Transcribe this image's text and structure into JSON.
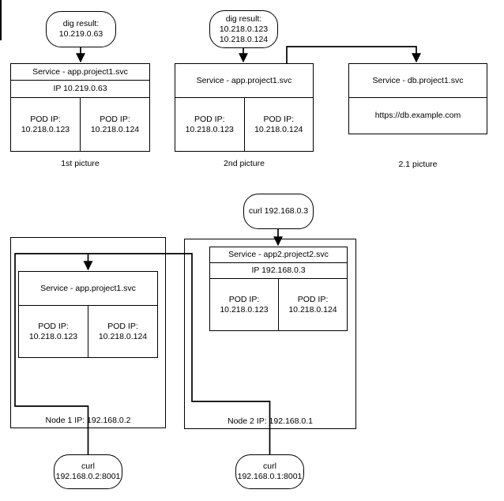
{
  "colors": {
    "stroke": "#000000",
    "background": "#ffffff",
    "text": "#000000"
  },
  "p1": {
    "dig": [
      "dig result:",
      "10.219.0.63"
    ],
    "service_title": "Service - app.project1.svc",
    "service_ip": "IP 10.219.0.63",
    "pod1": [
      "POD IP:",
      "10.218.0.123"
    ],
    "pod2": [
      "POD IP:",
      "10.218.0.124"
    ],
    "caption": "1st picture"
  },
  "p2": {
    "dig": [
      "dig result:",
      "10.218.0.123",
      "10.218.0.124"
    ],
    "service_title": "Service - app.project1.svc",
    "pod1": [
      "POD IP:",
      "10.218.0.123"
    ],
    "pod2": [
      "POD IP:",
      "10.218.0.124"
    ],
    "caption": "2nd picture"
  },
  "p21": {
    "service_title": "Service - db.project1.svc",
    "service_url": "https://db.example.com",
    "caption": "2.1 picture"
  },
  "node1": {
    "label": "Node 1 IP: 192.168.0.2",
    "service_title": "Service - app.project1.svc",
    "pod1": [
      "POD IP:",
      "10.218.0.123"
    ],
    "pod2": [
      "POD IP:",
      "10.218.0.124"
    ],
    "curl": [
      "curl",
      "192.168.0.2:8001"
    ]
  },
  "node2": {
    "curl_request": "curl 192.168.0.3",
    "label": "Node 2 IP: 192.168.0.1",
    "service_title": "Service - app2.project2.svc",
    "service_ip": "IP 192.168.0.3",
    "pod1": [
      "POD IP:",
      "10.218.0.123"
    ],
    "pod2": [
      "POD IP:",
      "10.218.0.124"
    ],
    "curl": [
      "curl",
      "192.168.0.1:8001"
    ]
  }
}
